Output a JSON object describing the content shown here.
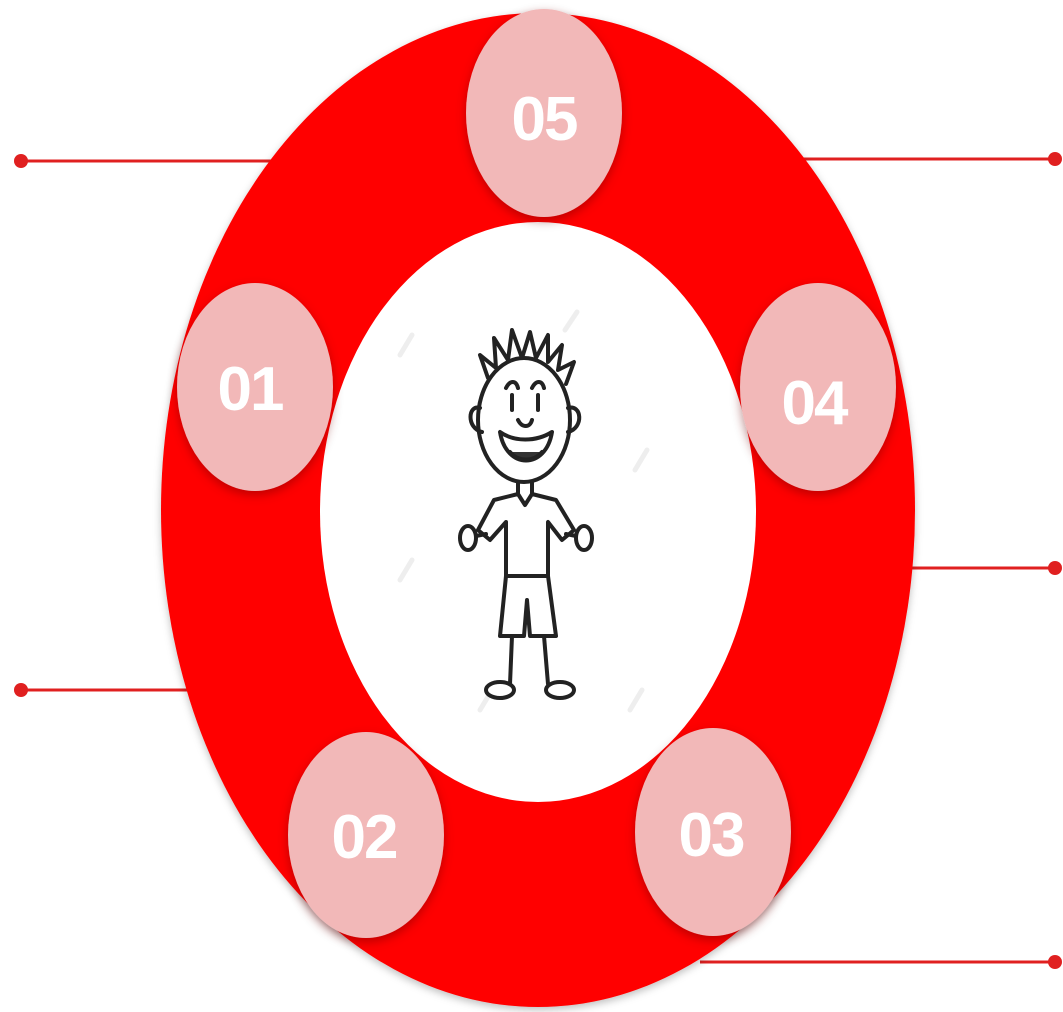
{
  "diagram": {
    "colors": {
      "ring": "#ff0000",
      "connector": "#e02020",
      "node_fill": "#f2b8b8",
      "node_text": "#ffffff",
      "center_fill": "#ffffff",
      "figure_stroke": "#222222"
    },
    "center_icon": "stick-figure-boy",
    "nodes": [
      {
        "id": "n01",
        "label": "01"
      },
      {
        "id": "n02",
        "label": "02"
      },
      {
        "id": "n03",
        "label": "03"
      },
      {
        "id": "n04",
        "label": "04"
      },
      {
        "id": "n05",
        "label": "05"
      }
    ],
    "connector_count": 5
  }
}
